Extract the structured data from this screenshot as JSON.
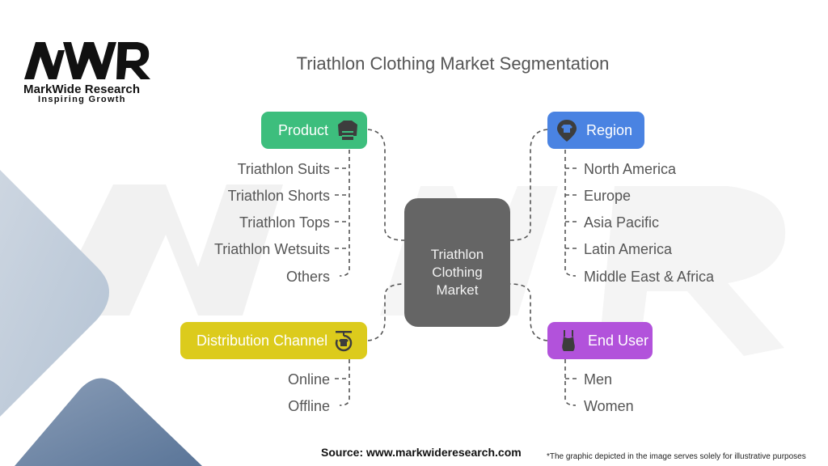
{
  "logo": {
    "mark": "MWR",
    "name": "MarkWide Research",
    "tagline": "Inspiring Growth"
  },
  "title": "Triathlon Clothing Market Segmentation",
  "center": {
    "lines": [
      "Triathlon",
      "Clothing",
      "Market"
    ]
  },
  "categories": [
    {
      "id": "product",
      "label": "Product",
      "icon": "jersey-icon",
      "color": "#3dbe7d",
      "items": [
        "Triathlon Suits",
        "Triathlon Shorts",
        "Triathlon Tops",
        "Triathlon Wetsuits",
        "Others"
      ]
    },
    {
      "id": "region",
      "label": "Region",
      "icon": "location-pin-shirt-icon",
      "color": "#4a83e2",
      "items": [
        "North America",
        "Europe",
        "Asia Pacific",
        "Latin America",
        "Middle East & Africa"
      ]
    },
    {
      "id": "distribution",
      "label": "Distribution Channel",
      "icon": "clothes-rack-cycle-icon",
      "color": "#dccb1c",
      "items": [
        "Online",
        "Offline"
      ]
    },
    {
      "id": "end_user",
      "label": "End User",
      "icon": "tank-top-icon",
      "color": "#b252db",
      "items": [
        "Men",
        "Women"
      ]
    }
  ],
  "footer": {
    "source": "Source: www.markwideresearch.com",
    "disclaimer": "*The graphic depicted in the image serves solely for illustrative purposes"
  }
}
